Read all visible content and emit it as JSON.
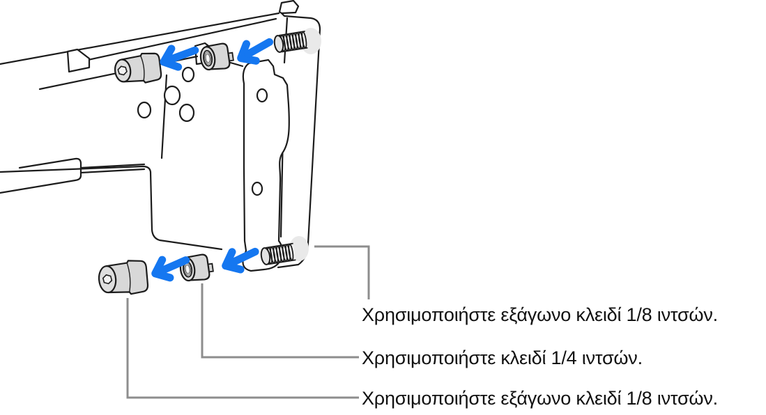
{
  "diagram": {
    "type": "technical-illustration",
    "parts": [
      {
        "name": "rail-slide"
      },
      {
        "name": "mounting-plate"
      },
      {
        "name": "rack-bracket"
      },
      {
        "name": "hex-socket-screw-top"
      },
      {
        "name": "threaded-nut-top"
      },
      {
        "name": "threaded-stud-top"
      },
      {
        "name": "hex-socket-screw-bottom"
      },
      {
        "name": "threaded-nut-bottom"
      },
      {
        "name": "threaded-stud-bottom"
      }
    ],
    "arrows": {
      "count": 4,
      "direction": "left",
      "color": "#1577F0"
    }
  },
  "callouts": [
    {
      "text": "Χρησιμοποιήστε εξάγωνο κλειδί 1/8 ιντσών."
    },
    {
      "text": "Χρησιμοποιήστε κλειδί 1/4 ιντσών."
    },
    {
      "text": "Χρησιμοποιήστε εξάγωνο κλειδί 1/8 ιντσών."
    }
  ],
  "colors": {
    "background": "#FFFFFF",
    "line_black": "#1C1C1C",
    "arrow_blue": "#1577F0",
    "leader_gray": "#8D8D8D",
    "metal_gray": "#D8D8D8",
    "pale_disc_gray": "#E9E9E9",
    "text": "#111111"
  }
}
